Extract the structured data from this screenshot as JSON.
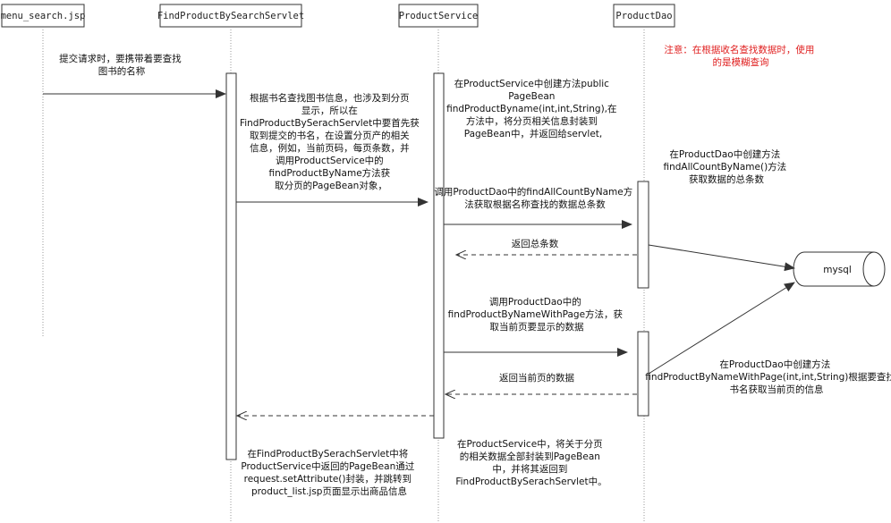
{
  "lifelines": [
    {
      "id": "jsp",
      "label": "menu_search.jsp"
    },
    {
      "id": "servlet",
      "label": "FindProductBySearchServlet"
    },
    {
      "id": "service",
      "label": "ProductService"
    },
    {
      "id": "dao",
      "label": "ProductDao"
    }
  ],
  "database": {
    "label": "mysql"
  },
  "notes": {
    "warning": [
      "注意：在根据收名查找数据时，使用",
      "的是模糊查询"
    ],
    "submit": [
      "提交请求时，要携带着要查找",
      "图书的名称"
    ],
    "servlet_desc": [
      "根据书名查找图书信息，也涉及到分页",
      "显示，所以在",
      "FindProductBySerachServlet中要首先获",
      "取到提交的书名，在设置分页产的相关",
      "信息，例如，当前页码，每页条数，并",
      "调用ProductService中的",
      "findProductByName方法获",
      "取分页的PageBean对象，"
    ],
    "service_method": [
      "在ProductService中创建方法public",
      "PageBean",
      "findProductByname(int,int,String),在",
      "方法中，将分页相关信息封装到",
      "PageBean中，并返回给servlet,"
    ],
    "call_count": [
      "调用ProductDao中的findAllCountByName方",
      "法获取根据名称查找的数据总条数"
    ],
    "dao_count": [
      "在ProductDao中创建方法",
      "findAllCountByName()方法",
      "获取数据的总条数"
    ],
    "return_count": [
      "返回总条数"
    ],
    "call_page": [
      "调用ProductDao中的",
      "findProductByNameWithPage方法，获",
      "取当前页要显示的数据"
    ],
    "dao_page": [
      "在ProductDao中创建方法",
      "findProductByNameWithPage(int,int,String)根据要查找的",
      "书名获取当前页的信息"
    ],
    "return_page": [
      "返回当前页的数据"
    ],
    "servlet_forward": [
      "在FindProductBySerachServlet中将",
      "ProductService中返回的PageBean通过",
      "request.setAttribute()封装，并跳转到",
      "product_list.jsp页面显示出商品信息"
    ],
    "service_pack": [
      "在ProductService中，将关于分页",
      "的相关数据全部封装到PageBean",
      "中，并将其返回到",
      "FindProductBySerachServlet中。"
    ]
  },
  "colors": {
    "line": "#333333",
    "warning": "#e02020"
  }
}
